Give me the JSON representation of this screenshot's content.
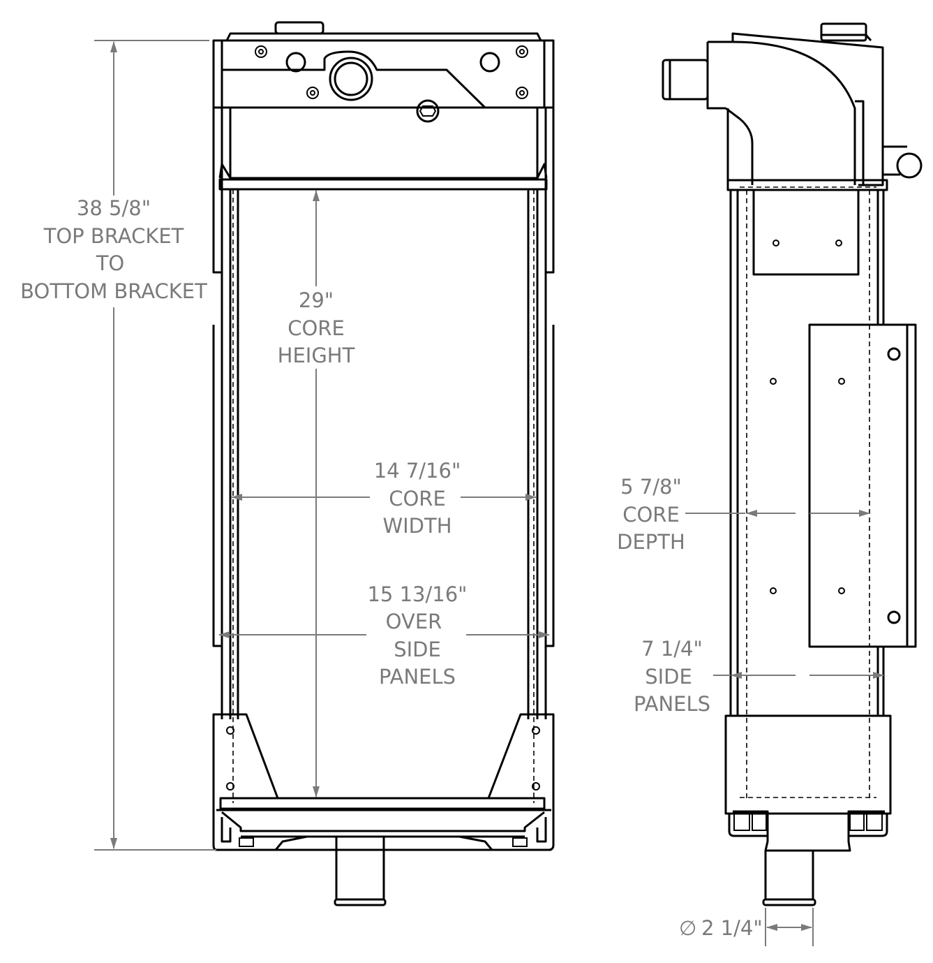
{
  "front_view": {
    "overall_height": {
      "value": "38 5/8\"",
      "lines": [
        "TOP BRACKET",
        "TO",
        "BOTTOM BRACKET"
      ]
    },
    "core_height": {
      "value": "29\"",
      "lines": [
        "CORE",
        "HEIGHT"
      ]
    },
    "core_width": {
      "value": "14 7/16\"",
      "lines": [
        "CORE",
        "WIDTH"
      ]
    },
    "over_side_panels": {
      "value": "15 13/16\"",
      "lines": [
        "OVER",
        "SIDE",
        "PANELS"
      ]
    }
  },
  "side_view": {
    "core_depth": {
      "value": "5 7/8\"",
      "lines": [
        "CORE",
        "DEPTH"
      ]
    },
    "side_panels": {
      "value": "7 1/4\"",
      "lines": [
        "SIDE",
        "PANELS"
      ]
    },
    "outlet_diameter": {
      "symbol": "∅",
      "value": "2 1/4\""
    }
  },
  "colors": {
    "line": "#000000",
    "dimension": "#7a7a7a",
    "background": "#ffffff"
  }
}
